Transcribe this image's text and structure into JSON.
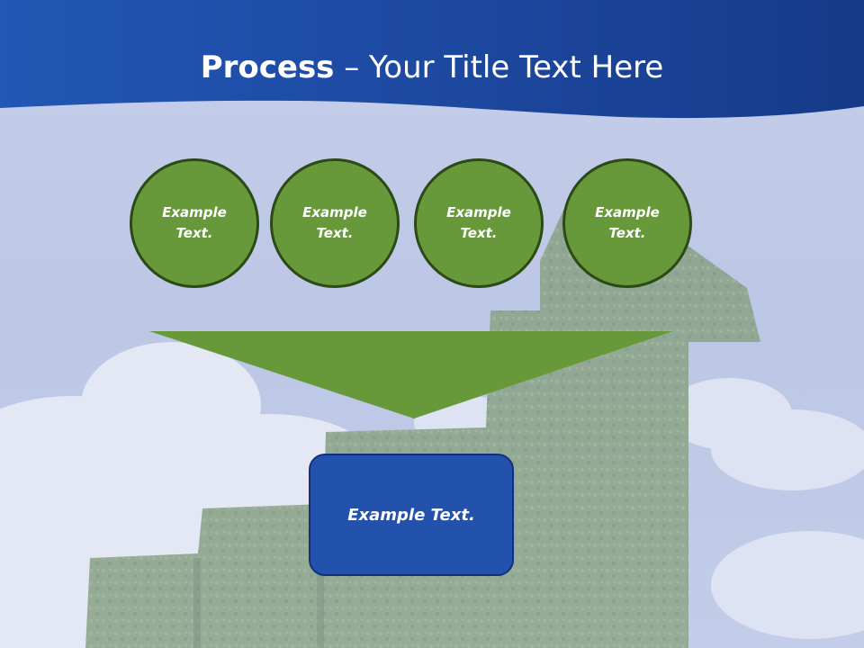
{
  "slide": {
    "title_bold": "Process",
    "title_rest": " – Your Title Text Here"
  },
  "circles": [
    {
      "line1": "Example",
      "line2": "Text."
    },
    {
      "line1": "Example",
      "line2": "Text."
    },
    {
      "line1": "Example",
      "line2": "Text."
    },
    {
      "line1": "Example",
      "line2": "Text."
    }
  ],
  "result_box": {
    "text": "Example Text."
  },
  "colors": {
    "header_blue": "#1e4ba3",
    "circle_green": "#67993a",
    "box_blue": "#2352ad",
    "sky": "#c4cde8"
  }
}
